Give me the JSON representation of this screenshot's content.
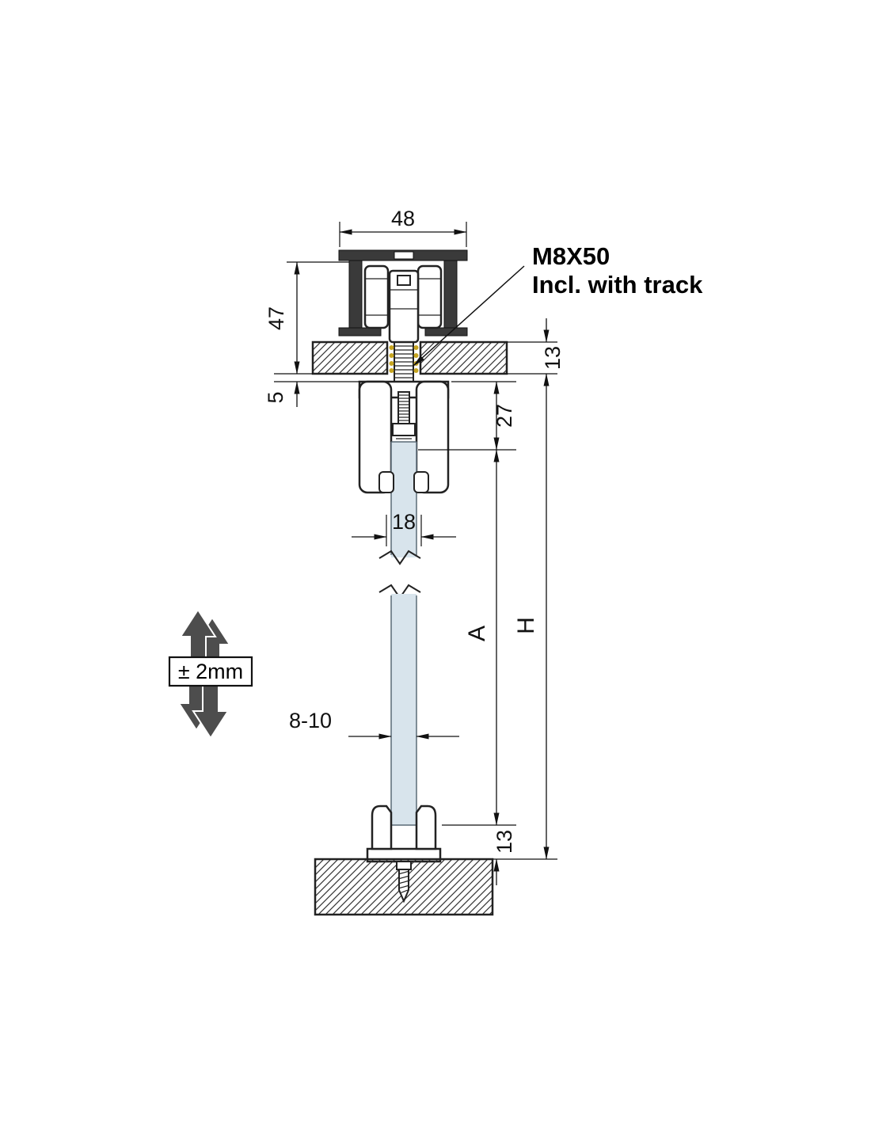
{
  "diagram": {
    "callout": {
      "line1": "M8X50",
      "line2": "Incl. with track"
    },
    "adjustment_label": "± 2mm",
    "dimensions": {
      "track_width": "48",
      "track_assembly_height": "47",
      "gap": "5",
      "ceiling_thickness": "13",
      "clamp_height": "27",
      "clamp_opening": "18",
      "glass_height": "A",
      "opening_height": "H",
      "glass_thickness": "8-10",
      "floor_clearance": "13"
    },
    "colors": {
      "line": "#111111",
      "glass": "#d8e4ec",
      "profile": "#3a3a3a",
      "thread_dots": "#c7a520",
      "adjust_arrow": "#4d4d4d"
    }
  }
}
